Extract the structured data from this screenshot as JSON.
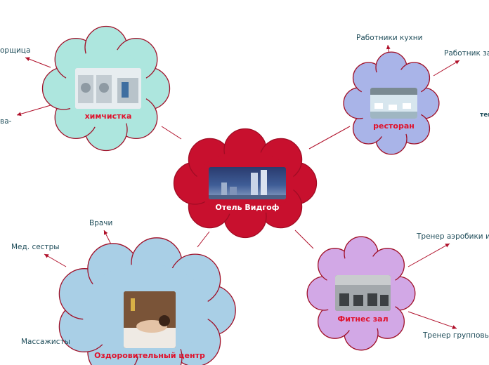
{
  "central": {
    "label": "Отель Видгоф",
    "image": "hotel-towers-photo"
  },
  "nodes": {
    "laundry": {
      "label": "химчистка",
      "image": "laundry-machines-photo",
      "color": "#ade6de"
    },
    "restaurant": {
      "label": "ресторан",
      "image": "restaurant-hall-photo",
      "color": "#a9b4e8"
    },
    "fitness": {
      "label": "Фитнес зал",
      "image": "gym-photo",
      "color": "#d2a8e6"
    },
    "wellness": {
      "label": "Оздоровительный центр",
      "image": "massage-photo",
      "color": "#a9cfe6"
    }
  },
  "leaves": {
    "laundry_1": "орщица",
    "laundry_2": "ва-",
    "restaurant_1": "Работники кухни",
    "restaurant_2": "Работник зал",
    "restaurant_3": "тек",
    "fitness_1": "Тренер аэробики и ",
    "fitness_2": "Тренер групповых",
    "wellness_1": "Врачи",
    "wellness_2": "Мед. сестры",
    "wellness_3": "Массажисты"
  },
  "colors": {
    "central": "#c8102e",
    "node_title": "#e0112b",
    "arrow": "#b0102a",
    "leaf_text": "#1f4d5a"
  }
}
